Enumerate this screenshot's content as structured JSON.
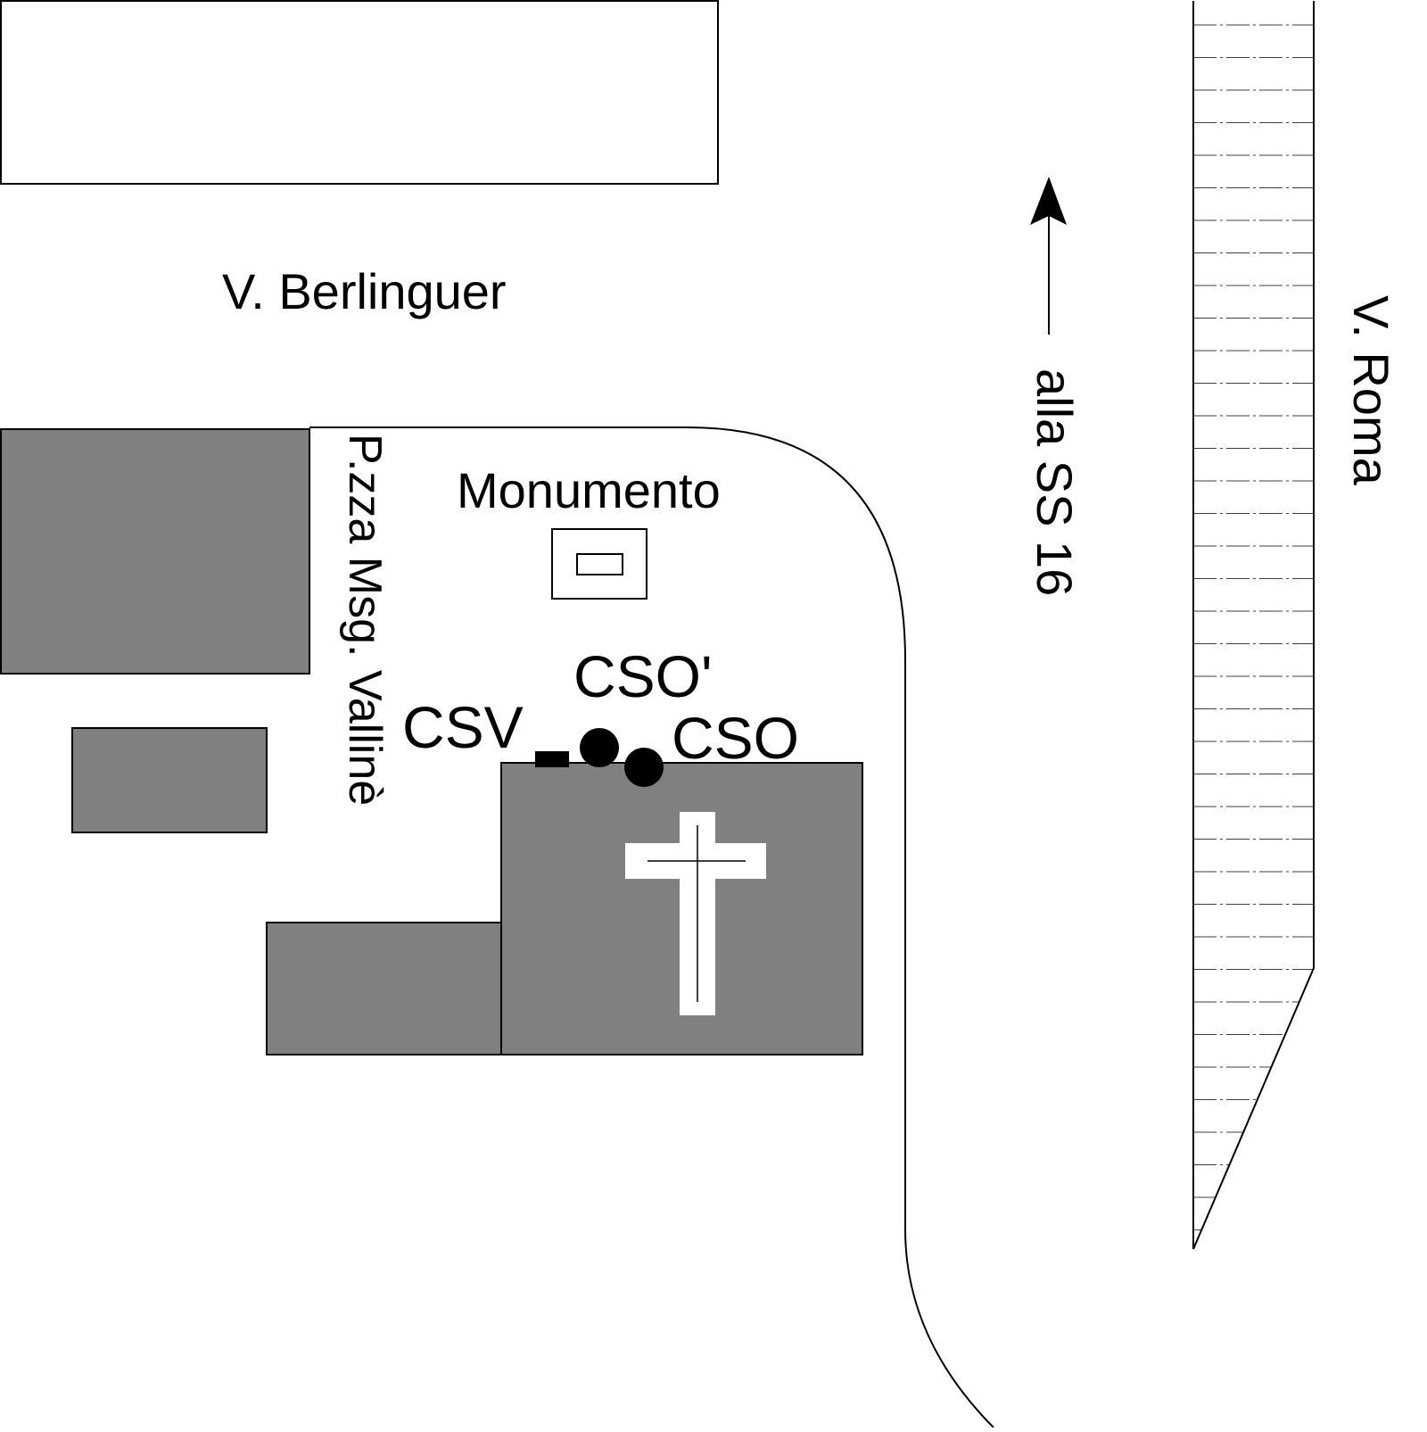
{
  "colors": {
    "background": "#ffffff",
    "building": "#808080",
    "line": "#000000",
    "marker": "#000000",
    "cross": "#ffffff"
  },
  "labels": {
    "street_berlinguer": "V. Berlinguer",
    "piazza": "P.zza Msg. Vallinè",
    "monumento": "Monumento",
    "direction": "alla SS 16",
    "street_roma": "V. Roma",
    "csv": "CSV",
    "cso_prime": "CSO'",
    "cso": "CSO"
  },
  "icons": {
    "direction_arrow": "arrow-up-icon",
    "church": "cross-icon",
    "monument": "monument-icon"
  }
}
